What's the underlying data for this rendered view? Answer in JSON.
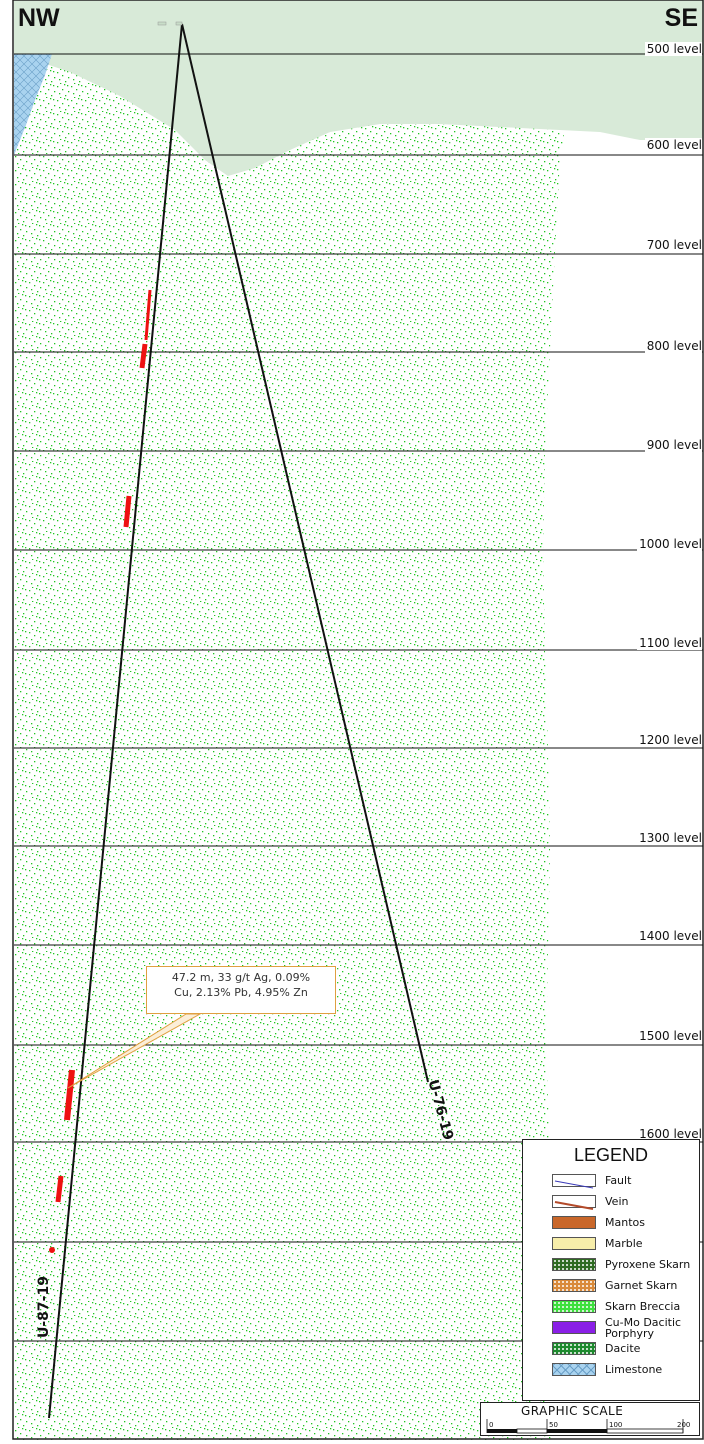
{
  "section": {
    "orientation_left": "NW",
    "orientation_right": "SE",
    "levels": [
      {
        "label": "500  level"
      },
      {
        "label": "600  level"
      },
      {
        "label": "700  level"
      },
      {
        "label": "800  level"
      },
      {
        "label": "900  level"
      },
      {
        "label": "1000  level"
      },
      {
        "label": "1100  level"
      },
      {
        "label": "1200  level"
      },
      {
        "label": "1300  level"
      },
      {
        "label": "1400  level"
      },
      {
        "label": "1500  level"
      },
      {
        "label": "1600  level"
      }
    ],
    "drill_holes": [
      {
        "name": "U-87-19"
      },
      {
        "name": "U-76-19"
      }
    ],
    "callout": {
      "line1": "47.2 m, 33 g/t Ag, 0.09%",
      "line2": "Cu, 2.13% Pb, 4.95% Zn"
    }
  },
  "legend": {
    "title": "LEGEND",
    "items": [
      {
        "label": "Fault",
        "pattern": "fault-line",
        "color": "#3a3ab8"
      },
      {
        "label": "Vein",
        "pattern": "vein-line",
        "color": "#b34a2a"
      },
      {
        "label": "Mantos",
        "pattern": "solid",
        "color": "#c9672a"
      },
      {
        "label": "Marble",
        "pattern": "solid",
        "color": "#f7eeaa"
      },
      {
        "label": "Pyroxene Skarn",
        "pattern": "dotted",
        "color": "#2f6b22"
      },
      {
        "label": "Garnet Skarn",
        "pattern": "dotted",
        "color": "#d98a3a"
      },
      {
        "label": "Skarn Breccia",
        "pattern": "dotted",
        "color": "#3de03d"
      },
      {
        "label": "Cu-Mo Dacitic Porphyry",
        "pattern": "solid",
        "color": "#8a1fe6"
      },
      {
        "label": "Dacite",
        "pattern": "dotted",
        "color": "#1e8a2e"
      },
      {
        "label": "Limestone",
        "pattern": "hatched",
        "color": "#a9d3ef"
      }
    ]
  },
  "scale": {
    "title": "GRAPHIC  SCALE",
    "ticks": [
      "0",
      "50",
      "100",
      "200"
    ]
  },
  "colors": {
    "breccia_dots": "#22c622",
    "overburden": "#d8ead8",
    "limestone": "#a9d3ef",
    "intercept": "#ee1111",
    "callout_border": "#e0a040"
  }
}
